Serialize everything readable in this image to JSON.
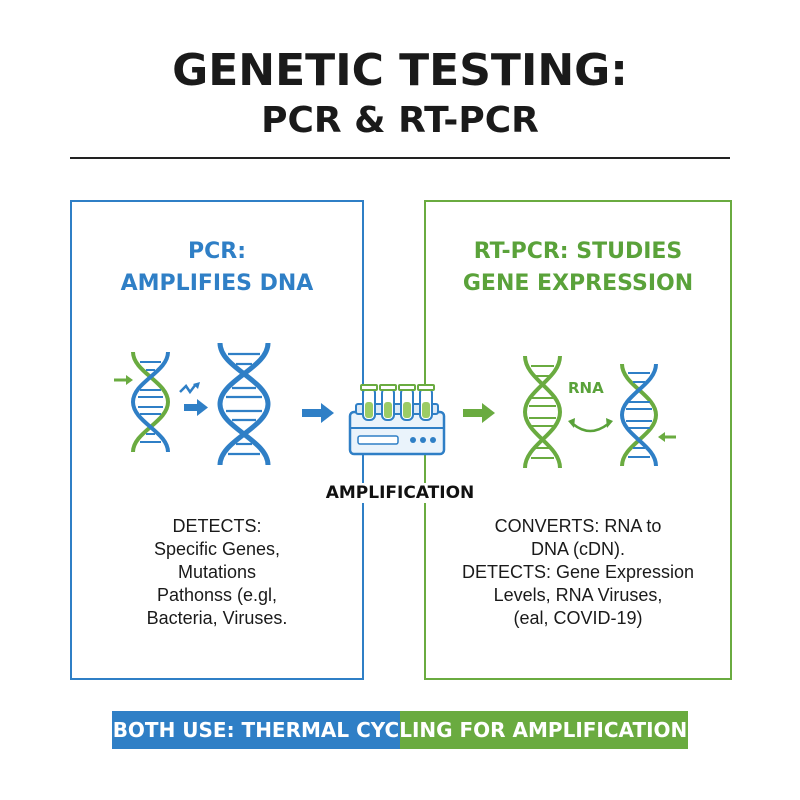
{
  "title": {
    "line1": "GENETIC TESTING:",
    "line2": "PCR & RT-PCR"
  },
  "pcr_panel": {
    "heading_line1": "PCR:",
    "heading_line2": "AMPLIFIES DNA",
    "body": [
      "DETECTS:",
      "Specific Genes,",
      "Mutations",
      "Pathonss (e.gl,",
      "Bacteria, Viruses."
    ]
  },
  "rtpcr_panel": {
    "heading_line1": "RT-PCR: STUDIES",
    "heading_line2": "GENE EXPRESSION",
    "rna_label": "RNA",
    "body": [
      "CONVERTS: RNA to",
      "DNA (cDN).",
      "DETECTS: Gene Expression",
      "Levels, RNA Viruses,",
      "(eal, COVID-19)"
    ]
  },
  "center": {
    "label": "AMPLIFICATION"
  },
  "banner": {
    "text": "BOTH USE: THERMAL CYCLING FOR AMPLIFICATION"
  },
  "colors": {
    "pcr_blue": "#2f7fc6",
    "rt_green": "#6aab40",
    "text": "#1a1a1a"
  },
  "icons": [
    "dna-helix-icon",
    "arrow-right-icon",
    "thermal-cycler-icon",
    "curved-arrows-icon"
  ]
}
